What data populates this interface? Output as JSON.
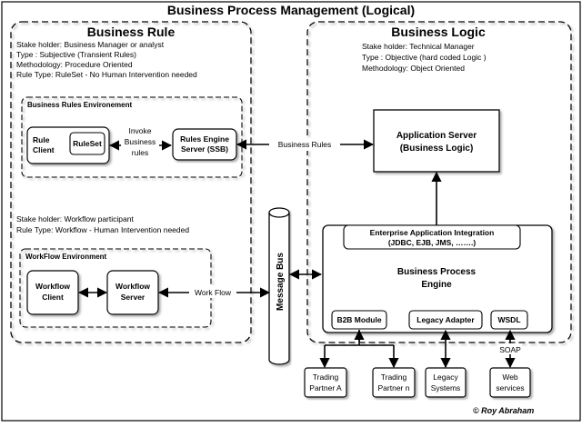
{
  "title": "Business Process Management (Logical)",
  "business_rule": {
    "heading": "Business Rule",
    "lines": [
      "Stake holder: Business Manager or analyst",
      "Type : Subjective (Transient Rules)",
      "Methodology: Procedure Oriented",
      "Rule Type: RuleSet - No Human Intervention needed"
    ],
    "rules_env": {
      "label": "Business Rules Environement",
      "rule_client": [
        "Rule",
        "Client"
      ],
      "ruleset": "RuleSet",
      "invoke": [
        "Invoke",
        "Business",
        "rules"
      ],
      "engine": [
        "Rules Engine",
        "Server (SSB)"
      ]
    },
    "workflow_lines": [
      "Stake holder:  Workflow participant",
      "Rule Type: Workflow - Human Intervention needed"
    ],
    "workflow_env": {
      "label": "WorkFlow Environment",
      "client": [
        "Workflow",
        "Client"
      ],
      "server": [
        "Workflow",
        "Server"
      ]
    }
  },
  "business_logic": {
    "heading": "Business Logic",
    "lines": [
      "Stake holder: Technical Manager",
      "Type : Objective (hard coded Logic )",
      "Methodology: Object Oriented"
    ],
    "app_server": [
      "Application Server",
      "(Business Logic)"
    ],
    "eai": [
      "Enterprise Application Integration",
      "(JDBC, EJB, JMS, …….)"
    ],
    "bpe": [
      "Business Process",
      "Engine"
    ],
    "modules": [
      "B2B Module",
      "Legacy Adapter",
      "WSDL"
    ]
  },
  "connectors": {
    "business_rules": "Business Rules",
    "work_flow": "Work Flow",
    "message_bus": "Message Bus",
    "soap": "SOAP"
  },
  "externals": [
    [
      "Trading",
      "Partner A"
    ],
    [
      "Trading",
      "Partner n"
    ],
    [
      "Legacy",
      "Systems"
    ],
    [
      "Web",
      "services"
    ]
  ],
  "copyright": "© Roy Abraham"
}
